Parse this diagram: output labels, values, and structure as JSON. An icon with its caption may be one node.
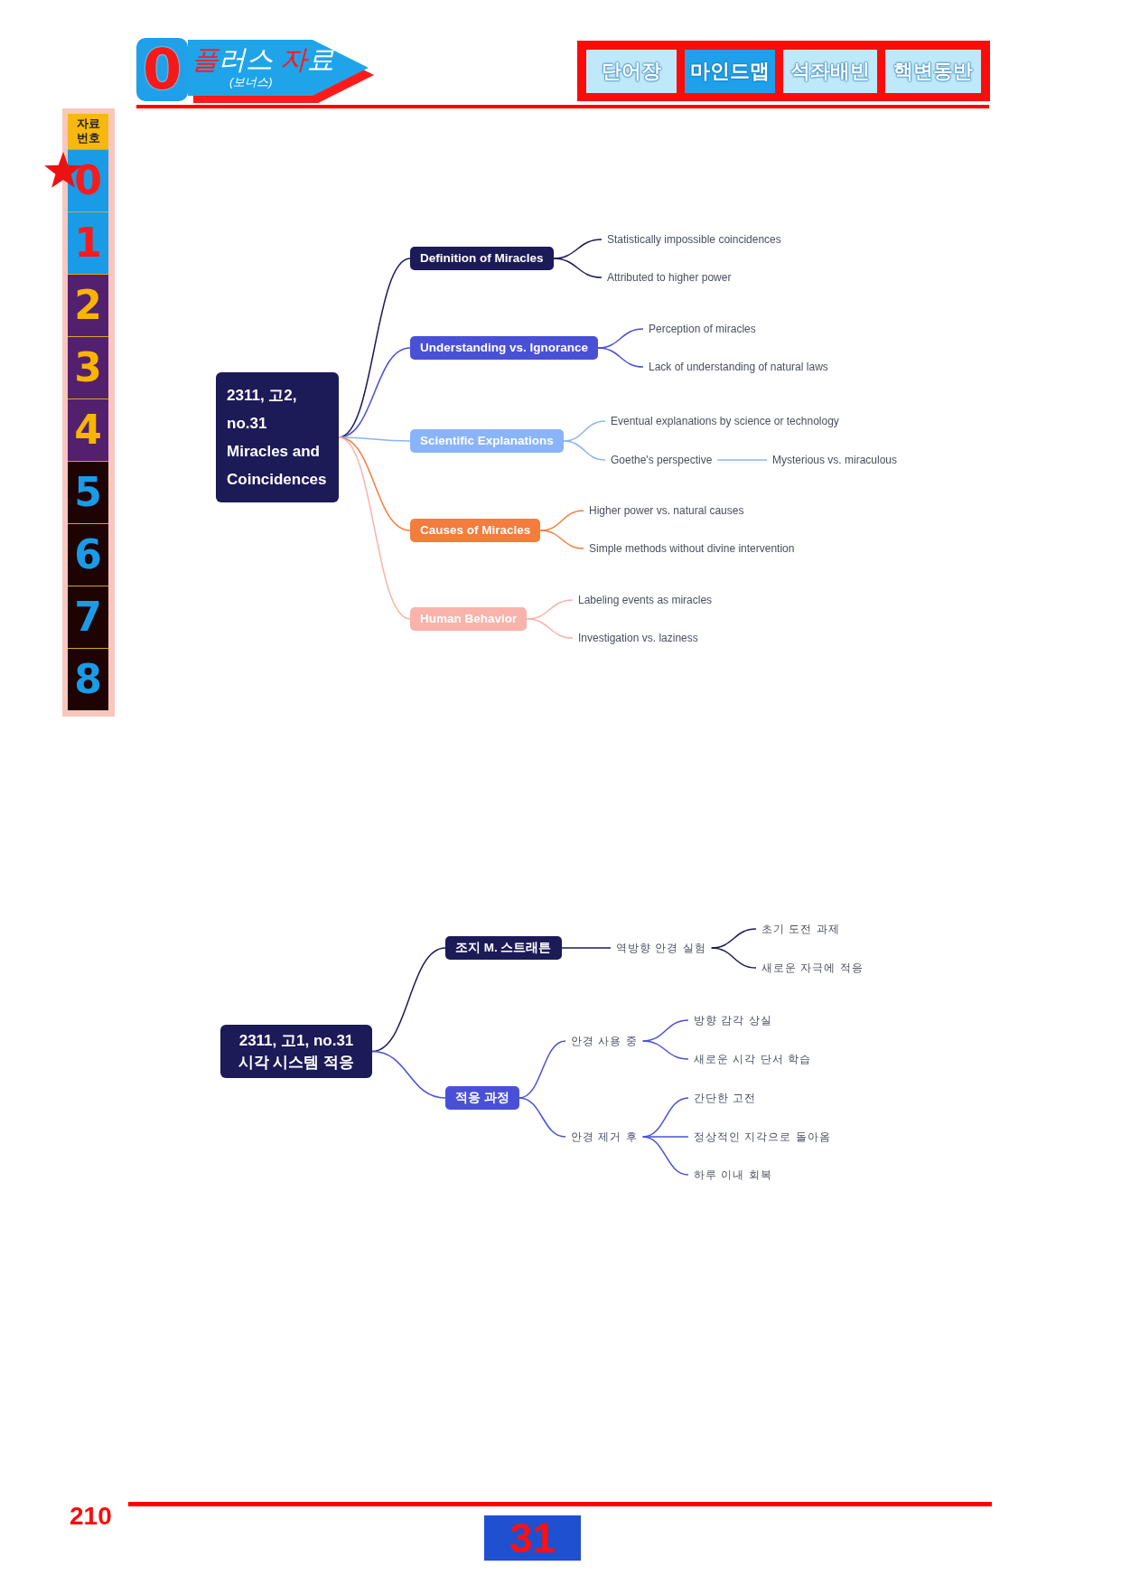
{
  "diagram": {
    "nodes": [
      {
        "text": [
          "0"
        ]
      },
      {
        "text": [
          "플러스 자료",
          "(보너스)"
        ]
      },
      {
        "text": [
          "단어장"
        ]
      },
      {
        "text": [
          "마인드맵"
        ]
      },
      {
        "text": [
          "석좌배빈"
        ]
      },
      {
        "text": [
          "핵변동반"
        ]
      },
      {
        "text": [
          "자료 번호"
        ]
      },
      {
        "text": [
          "0"
        ]
      },
      {
        "text": [
          "1"
        ]
      },
      {
        "text": [
          "2"
        ]
      },
      {
        "text": [
          "3"
        ]
      },
      {
        "text": [
          "4"
        ]
      },
      {
        "text": [
          "5"
        ]
      },
      {
        "text": [
          "6"
        ]
      },
      {
        "text": [
          "7"
        ]
      },
      {
        "text": [
          "8"
        ]
      },
      {
        "text": [
          "2311, 고2, no.31 Miracles and Coincidences"
        ]
      },
      {
        "text": [
          "Definition of Miracles"
        ]
      },
      {
        "text": [
          "Statistically impossible coincidences"
        ]
      },
      {
        "text": [
          "Attributed to higher power"
        ]
      },
      {
        "text": [
          "Understanding vs. Ignorance"
        ]
      },
      {
        "text": [
          "Perception of miracles"
        ]
      },
      {
        "text": [
          "Lack of understanding of natural laws"
        ]
      },
      {
        "text": [
          "Scientific Explanations"
        ]
      },
      {
        "text": [
          "Eventual explanations by science or technology"
        ]
      },
      {
        "text": [
          "Goethe's perspective"
        ]
      },
      {
        "text": [
          "Mysterious vs. miraculous"
        ]
      },
      {
        "text": [
          "Causes of Miracles"
        ]
      },
      {
        "text": [
          "Higher power vs. natural causes"
        ]
      },
      {
        "text": [
          "Simple methods without divine intervention"
        ]
      },
      {
        "text": [
          "Human Behavior"
        ]
      },
      {
        "text": [
          "Labeling events as miracles"
        ]
      },
      {
        "text": [
          "Investigation vs. laziness"
        ]
      },
      {
        "text": [
          "2311, 고1, no.31 시각 시스템 적응"
        ]
      },
      {
        "text": [
          "조지 M. 스트래튼"
        ]
      },
      {
        "text": [
          "역방향 안경 실험"
        ]
      },
      {
        "text": [
          "초기 도전 과제"
        ]
      },
      {
        "text": [
          "새로운 자극에 적응"
        ]
      },
      {
        "text": [
          "적응 과정"
        ]
      },
      {
        "text": [
          "안경 사용 중"
        ]
      },
      {
        "text": [
          "방향 감각 상실"
        ]
      },
      {
        "text": [
          "새로운 시각 단서 학습"
        ]
      },
      {
        "text": [
          "안경 제거 후"
        ]
      },
      {
        "text": [
          "간단한 고전"
        ]
      },
      {
        "text": [
          "정상적인 지각으로 돌아옴"
        ]
      },
      {
        "text": [
          "하루 이내 회복"
        ]
      },
      {
        "text": [
          "31"
        ]
      }
    ],
    "edges": [
      {
        "from": 16,
        "to": 17,
        "arrow": "none",
        "color": "#1c1a57"
      },
      {
        "from": 17,
        "to": 18,
        "arrow": "none",
        "color": "#1c1a57"
      },
      {
        "from": 17,
        "to": 19,
        "arrow": "none",
        "color": "#1c1a57"
      },
      {
        "from": 16,
        "to": 20,
        "arrow": "none"
      },
      {
        "from": 20,
        "to": 21,
        "arrow": "none"
      },
      {
        "from": 20,
        "to": 22,
        "arrow": "none"
      },
      {
        "from": 16,
        "to": 23,
        "arrow": "none",
        "color": "#8ab4f8"
      },
      {
        "from": 23,
        "to": 24,
        "arrow": "none",
        "color": "#8ab4f8"
      },
      {
        "from": 23,
        "to": 25,
        "arrow": "none",
        "color": "#8ab4f8"
      },
      {
        "from": 25,
        "to": 26,
        "arrow": "none",
        "color": "#8ab4f8"
      },
      {
        "from": 16,
        "to": 27,
        "arrow": "none",
        "color": "#f47c3c"
      },
      {
        "from": 27,
        "to": 28,
        "arrow": "none",
        "color": "#f47c3c"
      },
      {
        "from": 27,
        "to": 29,
        "arrow": "none",
        "color": "#f47c3c"
      },
      {
        "from": 16,
        "to": 30,
        "arrow": "none",
        "color": "#f9b3ab"
      },
      {
        "from": 30,
        "to": 31,
        "arrow": "none",
        "color": "#f9b3ab"
      },
      {
        "from": 30,
        "to": 32,
        "arrow": "none",
        "color": "#f9b3ab"
      },
      {
        "from": 33,
        "to": 34,
        "arrow": "none",
        "color": "#1c1a57"
      },
      {
        "from": 34,
        "to": 35,
        "arrow": "none",
        "color": "#1c1a57"
      },
      {
        "from": 35,
        "to": 36,
        "arrow": "none",
        "color": "#1c1a57"
      },
      {
        "from": 35,
        "to": 37,
        "arrow": "none",
        "color": "#1c1a57"
      },
      {
        "from": 33,
        "to": 38,
        "arrow": "none"
      },
      {
        "from": 38,
        "to": 39,
        "arrow": "none"
      },
      {
        "from": 38,
        "to": 42,
        "arrow": "none"
      },
      {
        "from": 39,
        "to": 40,
        "arrow": "none"
      },
      {
        "from": 39,
        "to": 41,
        "arrow": "none"
      },
      {
        "from": 42,
        "to": 43,
        "arrow": "none"
      },
      {
        "from": 42,
        "to": 44,
        "arrow": "none"
      },
      {
        "from": 42,
        "to": 45,
        "arrow": "none"
      }
    ],
    "labels": [
      "210"
    ]
  }
}
